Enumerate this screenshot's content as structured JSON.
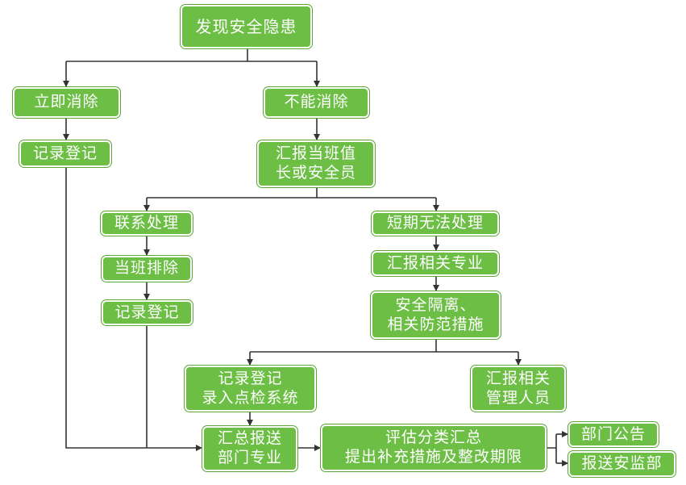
{
  "colors": {
    "box_fill": "#6cbe45",
    "box_text": "#ffffff",
    "line": "#333333"
  },
  "nodes": {
    "discover": "发现安全隐患",
    "eliminate_now": "立即消除",
    "record_left": "记录登记",
    "cannot_eliminate": "不能消除",
    "report_duty": [
      "汇报当班值",
      "长或安全员"
    ],
    "contact_handle": "联系处理",
    "shift_eliminate": "当班排除",
    "record_mid": "记录登记",
    "short_term": "短期无法处理",
    "report_specialty": "汇报相关专业",
    "isolate": [
      "安全隔离、",
      "相关防范措施"
    ],
    "record_system": [
      "记录登记",
      "录入点检系统"
    ],
    "report_managers": [
      "汇报相关",
      "管理人员"
    ],
    "summary_dept": [
      "汇总报送",
      "部门专业"
    ],
    "evaluate": [
      "评估分类汇总",
      "提出补充措施及整改期限"
    ],
    "dept_notice": "部门公告",
    "report_supervision": "报送安监部"
  }
}
